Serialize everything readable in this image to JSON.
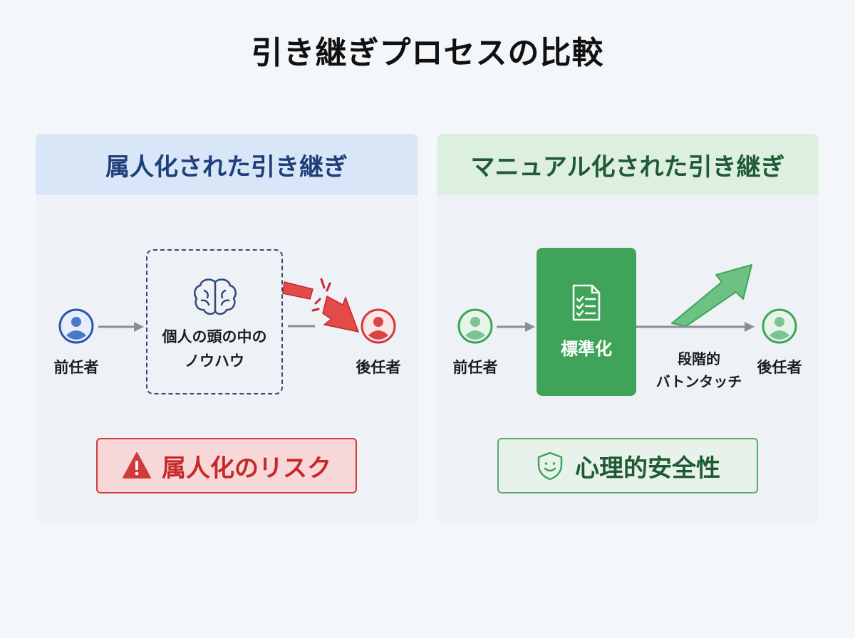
{
  "title": "引き継ぎプロセスの比較",
  "left_panel": {
    "header": "属人化された引き継ぎ",
    "from_label": "前任者",
    "to_label": "後任者",
    "box_line1": "個人の頭の中の",
    "box_line2": "ノウハウ",
    "badge": "属人化のリスク",
    "icons": [
      "person-icon",
      "brain-icon",
      "broken-arrow-icon",
      "warning-icon"
    ],
    "colors": {
      "header_bg": "#d8e6f7",
      "header_text": "#1f3f7a",
      "risk": "#d13a3d"
    }
  },
  "right_panel": {
    "header": "マニュアル化された引き継ぎ",
    "from_label": "前任者",
    "to_label": "後任者",
    "box_label": "標準化",
    "baton_line1": "段階的",
    "baton_line2": "バトンタッチ",
    "badge": "心理的安全性",
    "icons": [
      "person-icon",
      "checklist-icon",
      "up-arrow-icon",
      "smile-shield-icon"
    ],
    "colors": {
      "header_bg": "#dcefe0",
      "header_text": "#1f5a33",
      "accent": "#3fa45a"
    }
  }
}
